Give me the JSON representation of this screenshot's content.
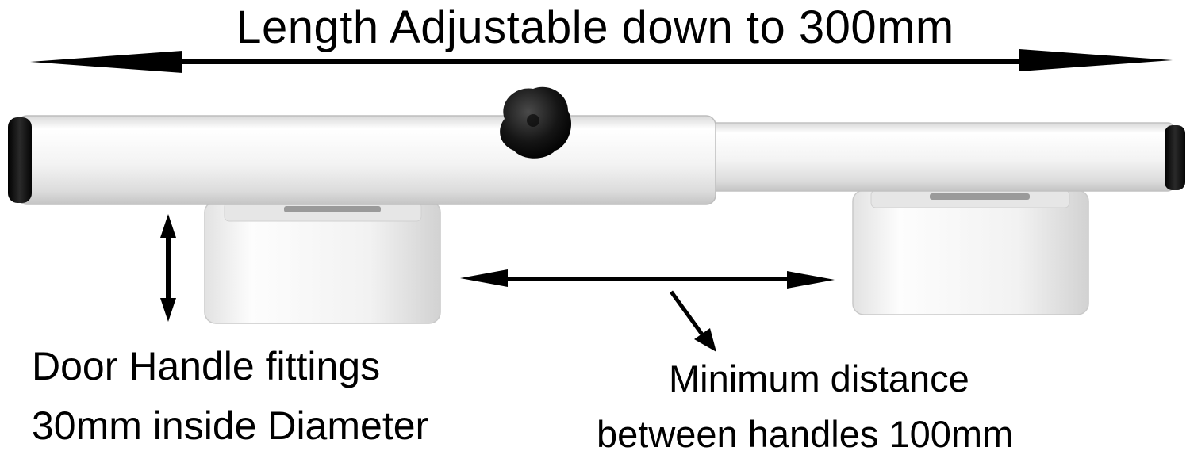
{
  "headline": "Length Adjustable down to 300mm",
  "fittings_note": {
    "line1": "Door Handle fittings",
    "line2": "30mm inside Diameter"
  },
  "distance_note": {
    "line1": "Minimum distance",
    "line2": "between handles 100mm"
  },
  "colors": {
    "background": "#ffffff",
    "tube": "#f1f1f1",
    "end_caps": "#111111",
    "knob": "#161616",
    "arrows": "#000000"
  }
}
